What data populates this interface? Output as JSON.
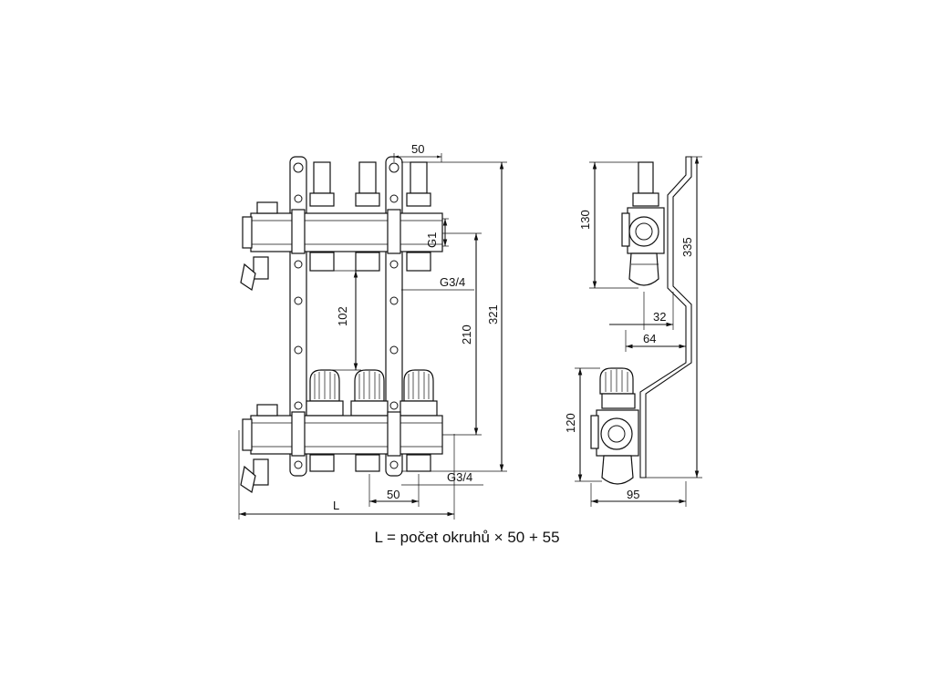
{
  "front_view": {
    "dim_top_spacing": "50",
    "dim_g1": "G1",
    "dim_g34_upper": "G3/4",
    "dim_102": "102",
    "dim_210": "210",
    "dim_321": "321",
    "dim_bottom_spacing": "50",
    "dim_g34_lower": "G3/4",
    "dim_length": "L"
  },
  "side_view": {
    "dim_130": "130",
    "dim_335": "335",
    "dim_32": "32",
    "dim_64": "64",
    "dim_120": "120",
    "dim_95": "95"
  },
  "formula": "L = počet okruhů × 50 + 55"
}
